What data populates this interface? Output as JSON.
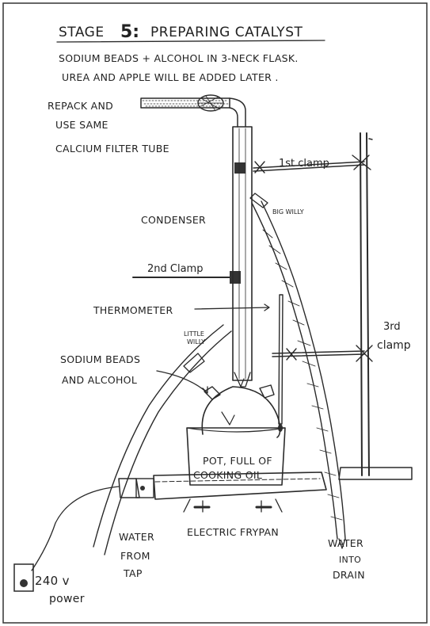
{
  "title": {
    "stage": "STAGE",
    "number": "5:",
    "text": "PREPARING CATALYST"
  },
  "subtitle": [
    "SODIUM BEADS + ALCOHOL IN 3-NECK FLASK.",
    "UREA AND APPLE WILL BE ADDED LATER ."
  ],
  "labels": {
    "repack": [
      "REPACK AND",
      "USE SAME",
      "CALCIUM FILTER TUBE"
    ],
    "clamp1": "1st clamp",
    "condenser": "CONDENSER",
    "big_willy": "BIG WILLY",
    "clamp2": "2nd Clamp",
    "thermometer": "THERMOMETER",
    "clamp3": [
      "3rd",
      "clamp"
    ],
    "little_willy": [
      "LITTLE",
      "WILLY"
    ],
    "sodium": [
      "SODIUM BEADS",
      "AND ALCOHOL"
    ],
    "pot": [
      "POT, FULL OF",
      "COOKING OIL"
    ],
    "frypan": "ELECTRIC FRYPAN",
    "water_tap": [
      "WATER",
      "FROM",
      "TAP"
    ],
    "water_drain": [
      "WATER",
      "INTO",
      "DRAIN"
    ],
    "power": [
      "240 v",
      "power"
    ]
  },
  "colors": {
    "ink": "#2a2a2a",
    "paper": "#ffffff",
    "border": "#333333"
  }
}
